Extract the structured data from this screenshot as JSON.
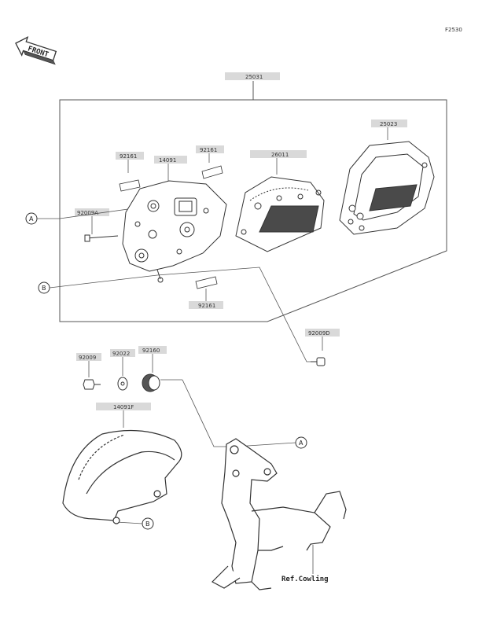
{
  "figure_id": "F2530",
  "direction_label": "FRONT",
  "refs": {
    "a": "A",
    "b": "B"
  },
  "ref_cowling": "Ref.Cowling",
  "parts": {
    "assembly": "25031",
    "cover": "25023",
    "meter": "26011",
    "case": "14091",
    "label_top_left": "92161",
    "label_top_right": "92161",
    "screw_a": "92009A",
    "label_bottom": "92161",
    "screw_b": "92009D",
    "screw_lower": "92009",
    "collar": "92022",
    "grommet": "92160",
    "lower_cover": "14091F"
  },
  "colors": {
    "line": "#333333",
    "label_box": "#d9d9d9"
  }
}
